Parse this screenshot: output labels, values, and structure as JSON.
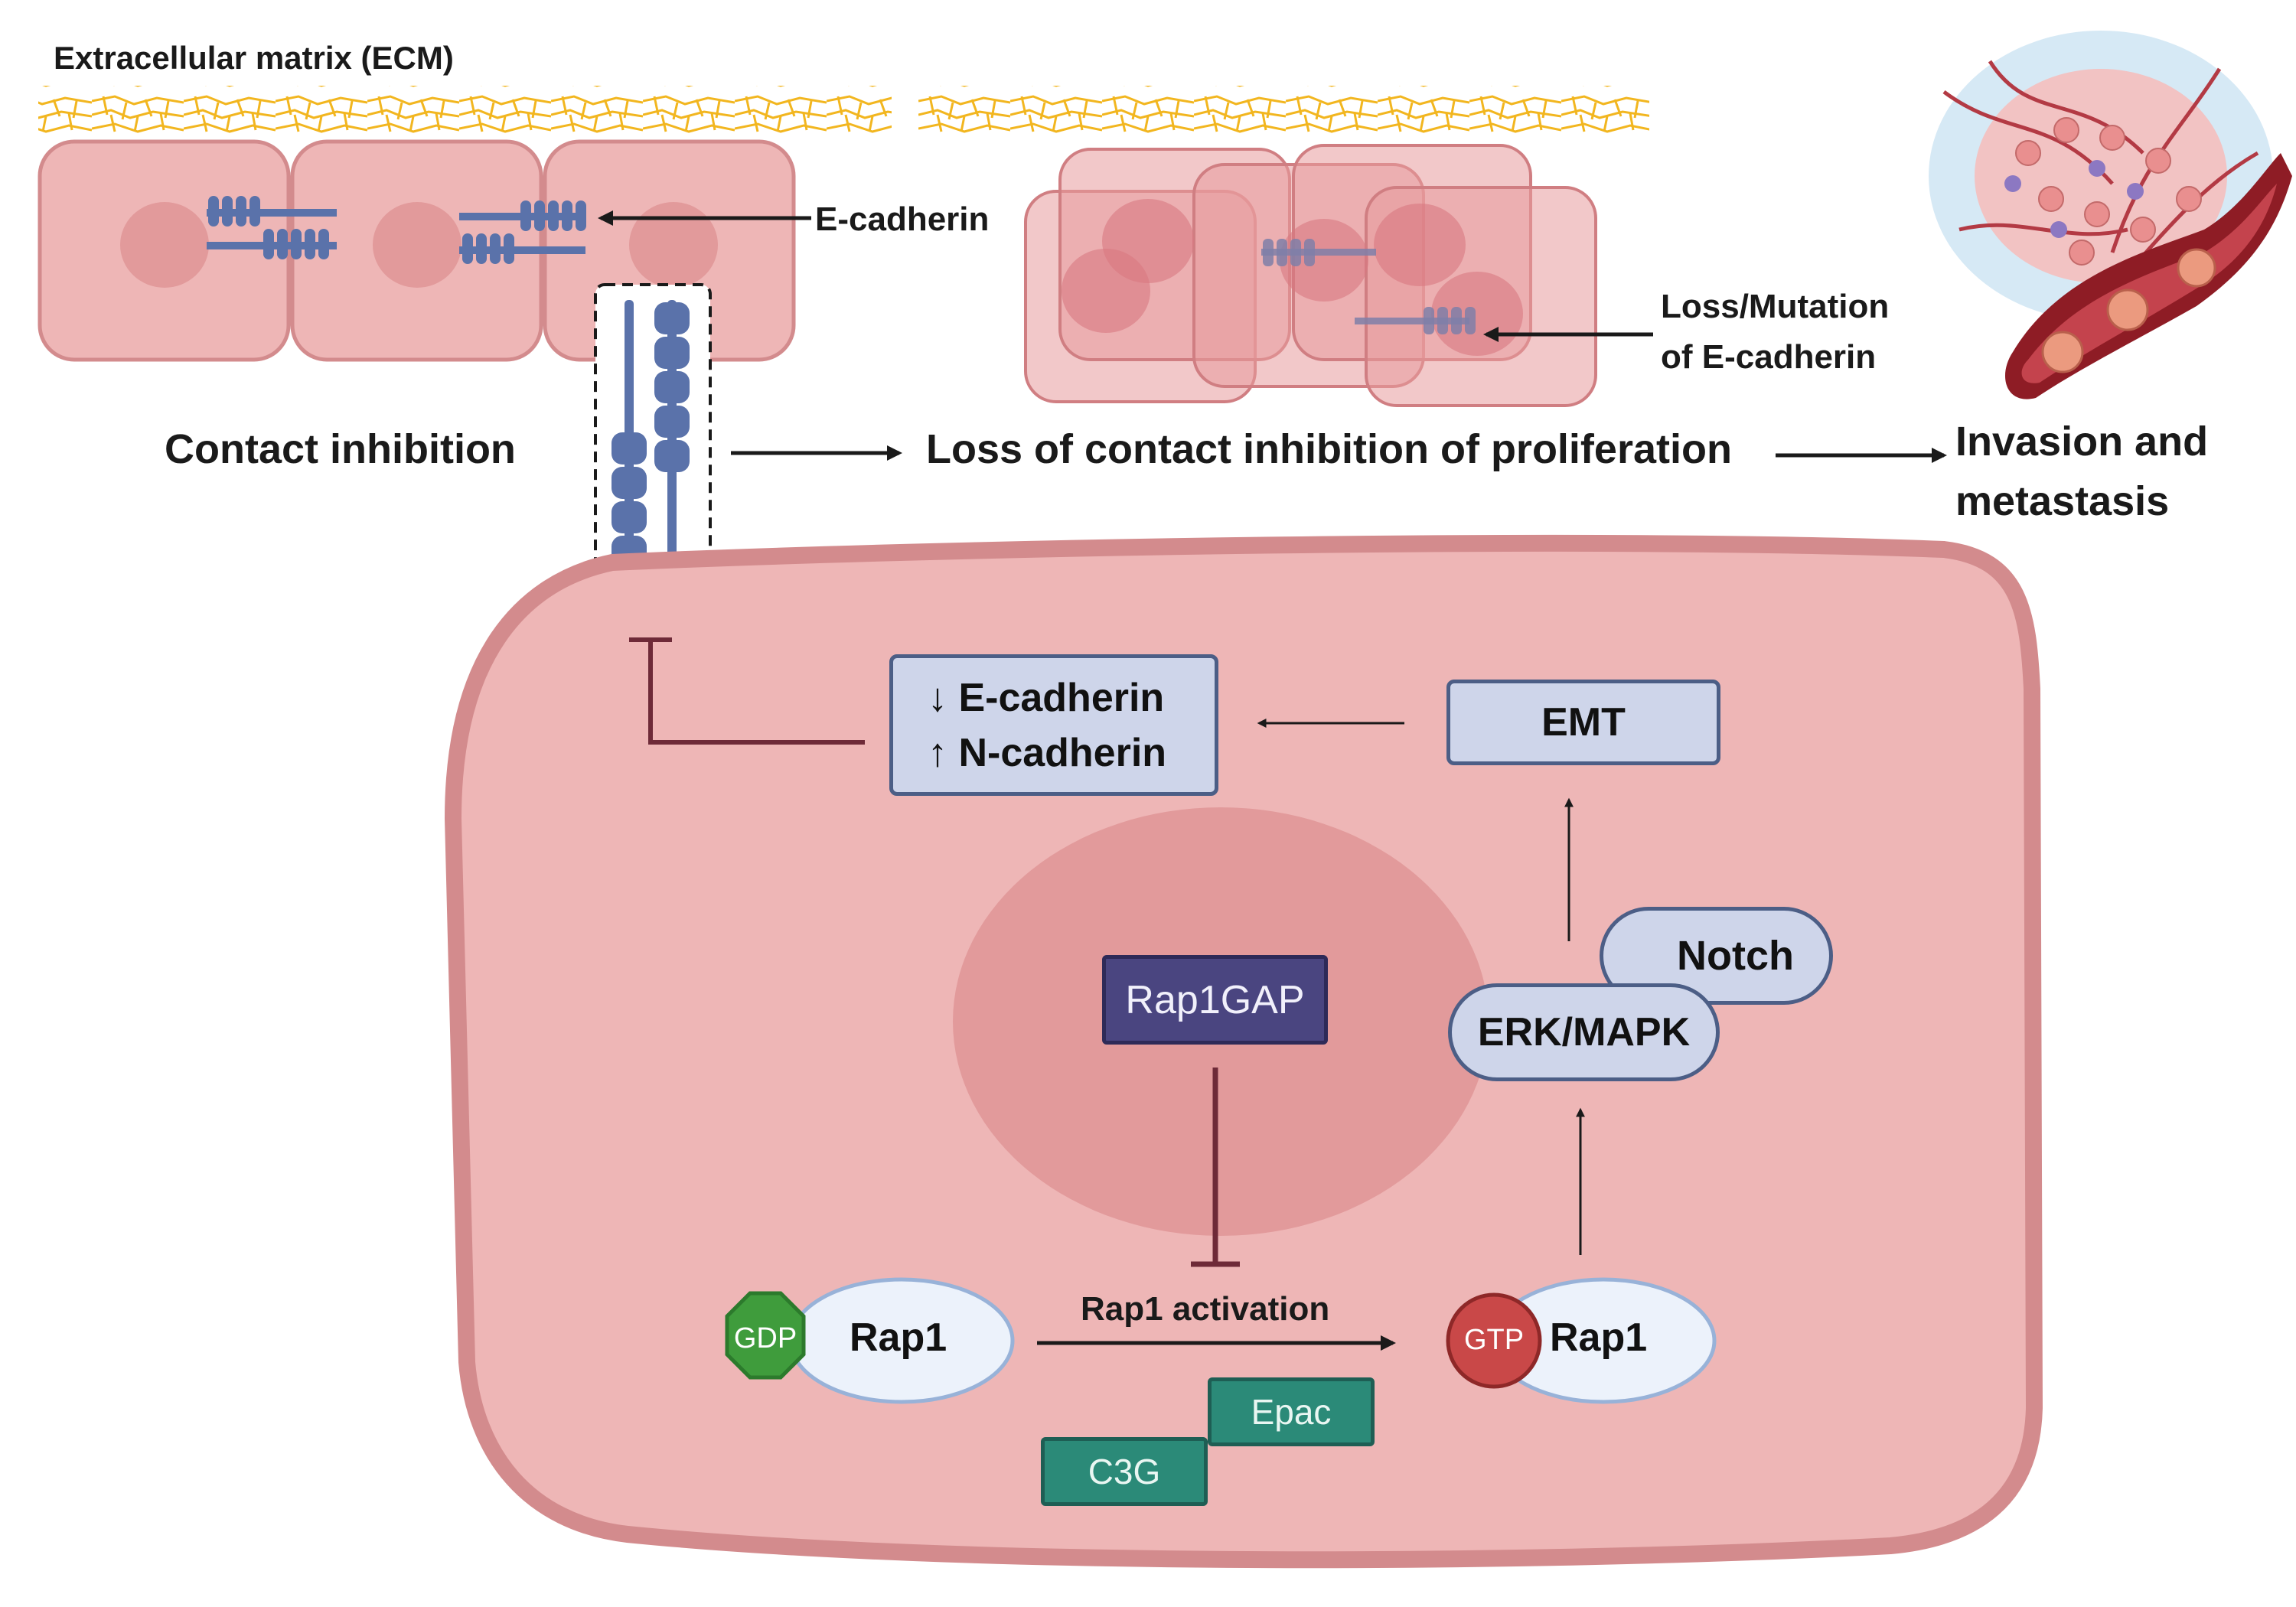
{
  "labels": {
    "ecm": "Extracellular matrix (ECM)",
    "e_cadherin": "E-cadherin",
    "loss_mutation_line1": "Loss/Mutation",
    "loss_mutation_line2": "of E-cadherin",
    "contact_inhibition": "Contact inhibition",
    "loss_contact": "Loss of contact inhibition of proliferation",
    "invasion_line1": "Invasion and",
    "invasion_line2": "metastasis",
    "rap1_activation": "Rap1 activation"
  },
  "nodes": {
    "cadherin_box_line1": "↓ E-cadherin",
    "cadherin_box_line2": "↑ N-cadherin",
    "emt": "EMT",
    "rap1gap": "Rap1GAP",
    "notch": "Notch",
    "erk_mapk": "ERK/MAPK",
    "gdp": "GDP",
    "rap1_inactive": "Rap1",
    "gtp": "GTP",
    "rap1_active": "Rap1",
    "epac": "Epac",
    "c3g": "C3G"
  },
  "colors": {
    "cell_fill": "#eeb6b6",
    "cell_border": "#d38b8d",
    "nucleus": "#e29a9b",
    "cadherin": "#5a72aa",
    "ecm_fibers": "#f2b61f",
    "node_fill": "#ced5ea",
    "node_border": "#4c5e86",
    "rap1gap_fill": "#4a4580",
    "gtp_red": "#c94848",
    "gdp_green": "#3f9c3c",
    "teal": "#2b8a78",
    "inhibit_line": "#6e2a38"
  }
}
